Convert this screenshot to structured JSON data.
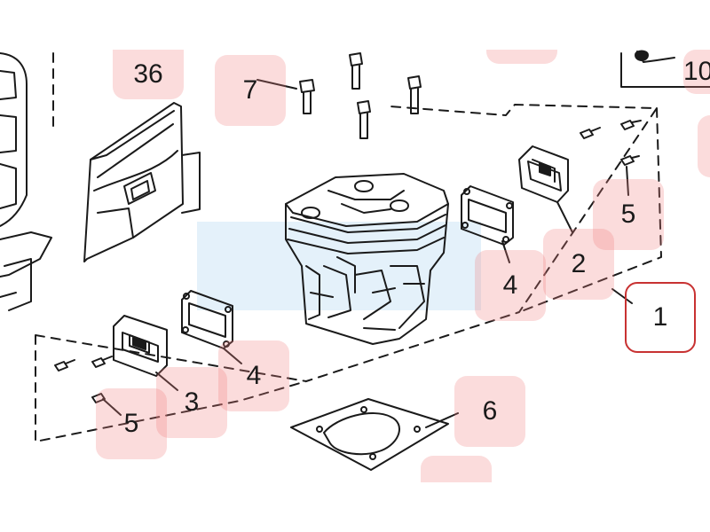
{
  "diagram": {
    "callouts": [
      {
        "id": "c36",
        "label": "36"
      },
      {
        "id": "c7",
        "label": "7"
      },
      {
        "id": "c10",
        "label": "10"
      },
      {
        "id": "c5a",
        "label": "5"
      },
      {
        "id": "c2",
        "label": "2"
      },
      {
        "id": "c4a",
        "label": "4"
      },
      {
        "id": "c1",
        "label": "1",
        "selected": true
      },
      {
        "id": "c4b",
        "label": "4"
      },
      {
        "id": "c3",
        "label": "3"
      },
      {
        "id": "c5b",
        "label": "5"
      },
      {
        "id": "c6",
        "label": "6"
      }
    ],
    "colors": {
      "line": "#1a1a1a",
      "highlight": "#f08080",
      "selected_border": "#c83232",
      "haze": "#d6e9f7"
    }
  }
}
